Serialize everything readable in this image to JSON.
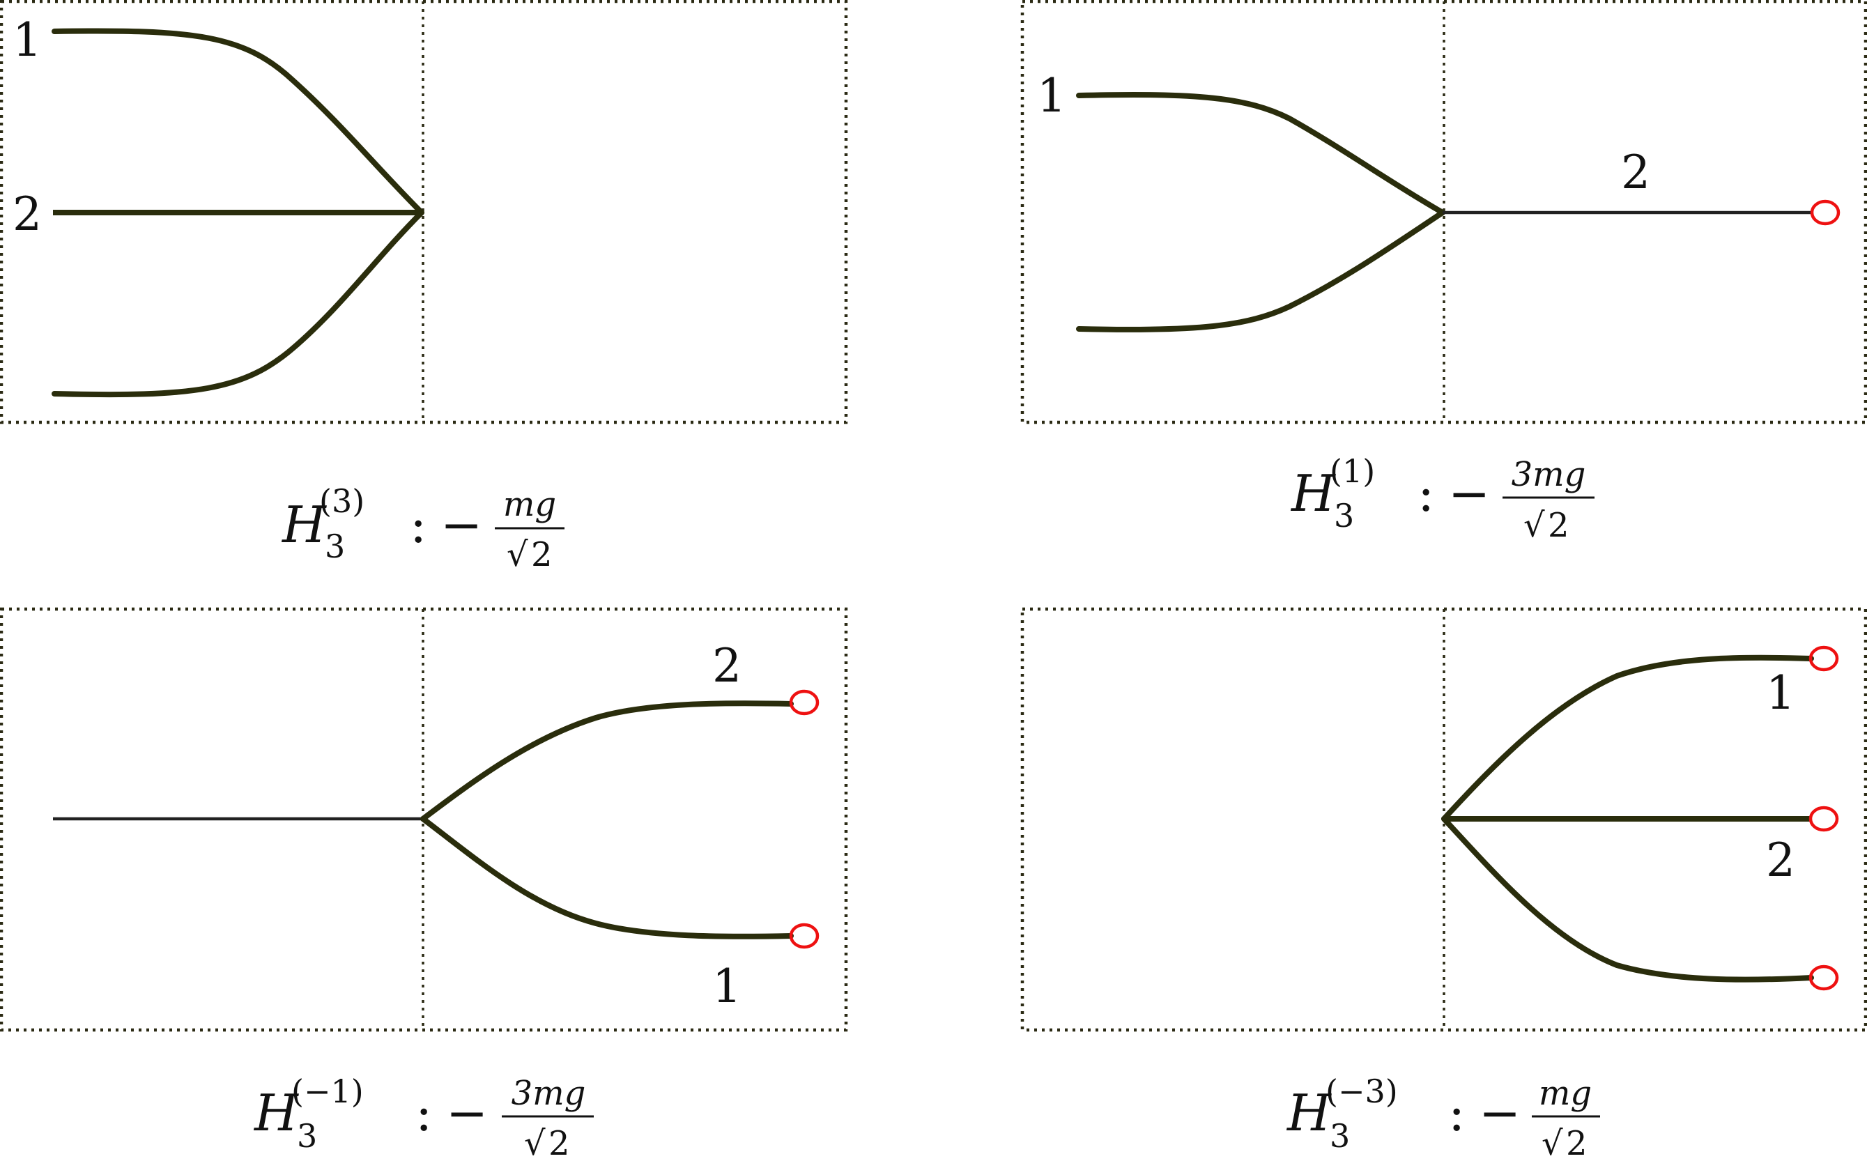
{
  "panels": [
    {
      "caption": {
        "operator": "H",
        "sub": "3",
        "sup": "(3)",
        "colon": ":",
        "sign": "−",
        "num": "mg",
        "root": "√",
        "den": "2"
      },
      "labels": {
        "a": "1",
        "b": "2"
      }
    },
    {
      "caption": {
        "operator": "H",
        "sub": "3",
        "sup": "(1)",
        "colon": ":",
        "sign": "−",
        "num": "3mg",
        "root": "√",
        "den": "2"
      },
      "labels": {
        "a": "1",
        "b": "2"
      }
    },
    {
      "caption": {
        "operator": "H",
        "sub": "3",
        "sup": "(−1)",
        "colon": ":",
        "sign": "−",
        "num": "3mg",
        "root": "√",
        "den": "2"
      },
      "labels": {
        "a": "2",
        "b": "1"
      }
    },
    {
      "caption": {
        "operator": "H",
        "sub": "3",
        "sup": "(−3)",
        "colon": ":",
        "sign": "−",
        "num": "mg",
        "root": "√",
        "den": "2"
      },
      "labels": {
        "a": "1",
        "b": "2"
      }
    }
  ],
  "colors": {
    "line": "#2a2d0c",
    "frame": "#2b2a14",
    "endpoint": "#ee1111"
  }
}
